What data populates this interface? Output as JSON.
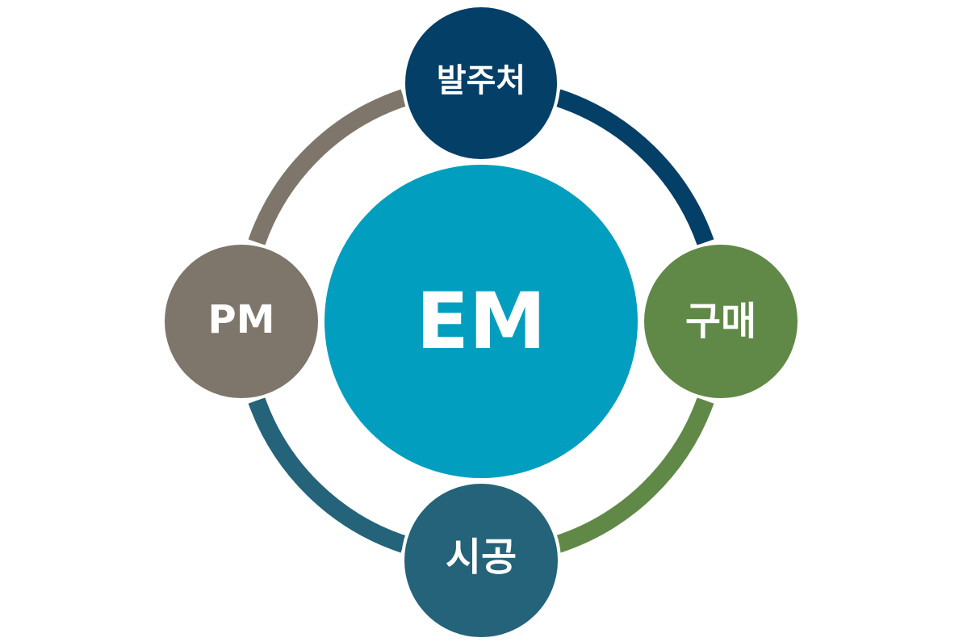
{
  "center": {
    "label": "EM",
    "color": "#019EBF"
  },
  "nodes": [
    {
      "id": "top",
      "label": "발주처",
      "color": "#033F67"
    },
    {
      "id": "right",
      "label": "구매",
      "color": "#608847"
    },
    {
      "id": "bottom",
      "label": "시공",
      "color": "#246379"
    },
    {
      "id": "left",
      "label": "PM",
      "color": "#7E766A"
    }
  ],
  "arcs": [
    {
      "from": "top",
      "to": "right",
      "color": "#033F67"
    },
    {
      "from": "right",
      "to": "bottom",
      "color": "#608847"
    },
    {
      "from": "bottom",
      "to": "left",
      "color": "#246379"
    },
    {
      "from": "left",
      "to": "top",
      "color": "#7E766A"
    }
  ]
}
